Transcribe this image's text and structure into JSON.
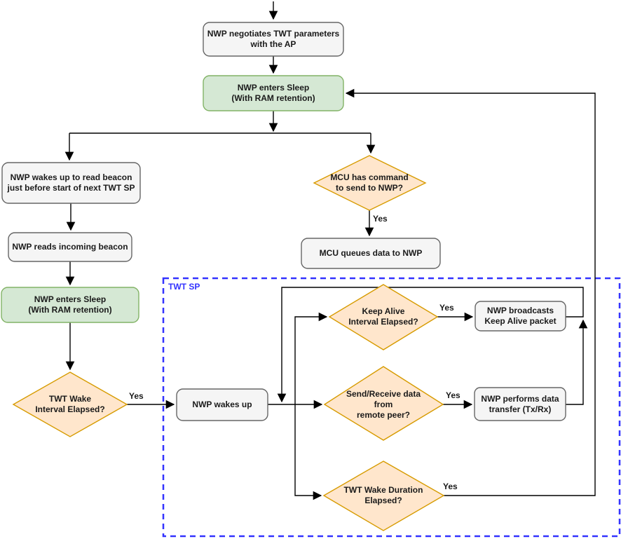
{
  "diagram": {
    "type": "flowchart",
    "container_label": "TWT SP",
    "nodes": {
      "negotiate": "NWP negotiates TWT parameters\nwith the AP",
      "sleep_top": "NWP enters Sleep\n(With RAM retention)",
      "wake_beacon": "NWP wakes up to read beacon\njust before start of next TWT SP",
      "read_beacon": "NWP reads incoming beacon",
      "sleep_left": "NWP enters Sleep\n(With RAM retention)",
      "interval_decision": "TWT Wake\nInterval Elapsed?",
      "mcu_decision": "MCU has command\nto send to NWP?",
      "mcu_queue": "MCU queues data to NWP",
      "wakes_up": "NWP wakes up",
      "keep_alive_decision": "Keep Alive\nInterval Elapsed?",
      "send_receive_decision": "Send/Receive data\nfrom\nremote peer?",
      "duration_decision": "TWT Wake Duration\nElapsed?",
      "broadcasts": "NWP broadcasts\nKeep Alive packet",
      "transfer": "NWP performs data\ntransfer (Tx/Rx)"
    },
    "edge_labels": {
      "interval_yes": "Yes",
      "mcu_yes": "Yes",
      "keep_alive_yes": "Yes",
      "send_receive_yes": "Yes",
      "duration_yes": "Yes"
    },
    "colors": {
      "process_fill": "#f5f5f5",
      "process_stroke": "#666666",
      "sleep_fill": "#d5e8d4",
      "sleep_stroke": "#82b366",
      "decision_fill": "#ffe6cc",
      "decision_stroke": "#d79b00",
      "container_dashed": "#3333ff",
      "edge": "#000000",
      "text": "#1a1a1a"
    }
  }
}
